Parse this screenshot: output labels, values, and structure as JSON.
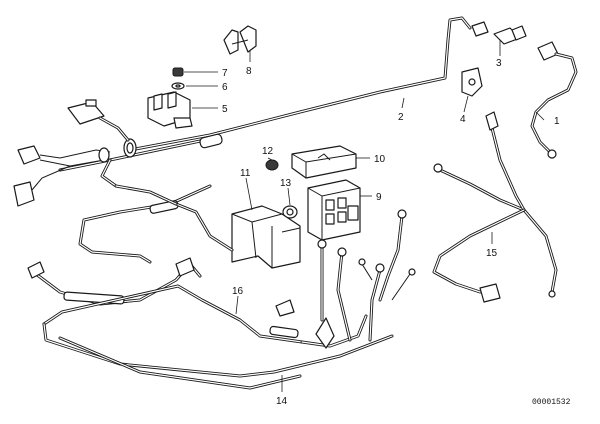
{
  "diagram": {
    "document_number": "00001532",
    "callouts": [
      {
        "id": "1",
        "label": "1"
      },
      {
        "id": "2",
        "label": "2"
      },
      {
        "id": "3",
        "label": "3"
      },
      {
        "id": "4",
        "label": "4"
      },
      {
        "id": "5",
        "label": "5"
      },
      {
        "id": "6",
        "label": "6"
      },
      {
        "id": "7",
        "label": "7"
      },
      {
        "id": "8",
        "label": "8"
      },
      {
        "id": "9",
        "label": "9"
      },
      {
        "id": "10",
        "label": "10"
      },
      {
        "id": "11",
        "label": "11"
      },
      {
        "id": "12",
        "label": "12"
      },
      {
        "id": "13",
        "label": "13"
      },
      {
        "id": "14",
        "label": "14"
      },
      {
        "id": "15",
        "label": "15"
      },
      {
        "id": "16",
        "label": "16"
      }
    ]
  }
}
